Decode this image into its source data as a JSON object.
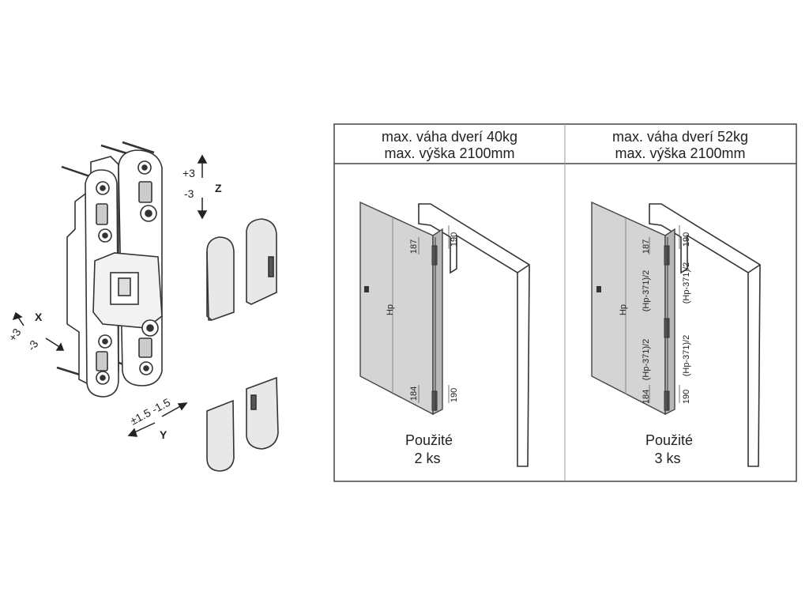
{
  "axes": {
    "z_plus": "+3",
    "z_minus": "-3",
    "z_name": "Z",
    "x_name": "X",
    "x_plus": "+3",
    "x_minus": "-3",
    "y_values": "±1.5  -1.5",
    "y_name": "Y"
  },
  "columns": [
    {
      "header_line1": "max. váha dverí 40kg",
      "header_line2": "max. výška 2100mm",
      "used_label": "Použité",
      "used_count": "2 ks",
      "dims": {
        "height": "Hp",
        "top_hinge": "187",
        "top_frame": "190",
        "bottom_hinge": "184",
        "bottom_frame": "190"
      }
    },
    {
      "header_line1": "max. váha dverí 52kg",
      "header_line2": "max. výška 2100mm",
      "used_label": "Použité",
      "used_count": "3 ks",
      "dims": {
        "height": "Hp",
        "top_hinge": "187",
        "top_frame": "190",
        "bottom_hinge": "184",
        "bottom_frame": "190",
        "spacing": "(Hp-371)/2"
      }
    }
  ]
}
